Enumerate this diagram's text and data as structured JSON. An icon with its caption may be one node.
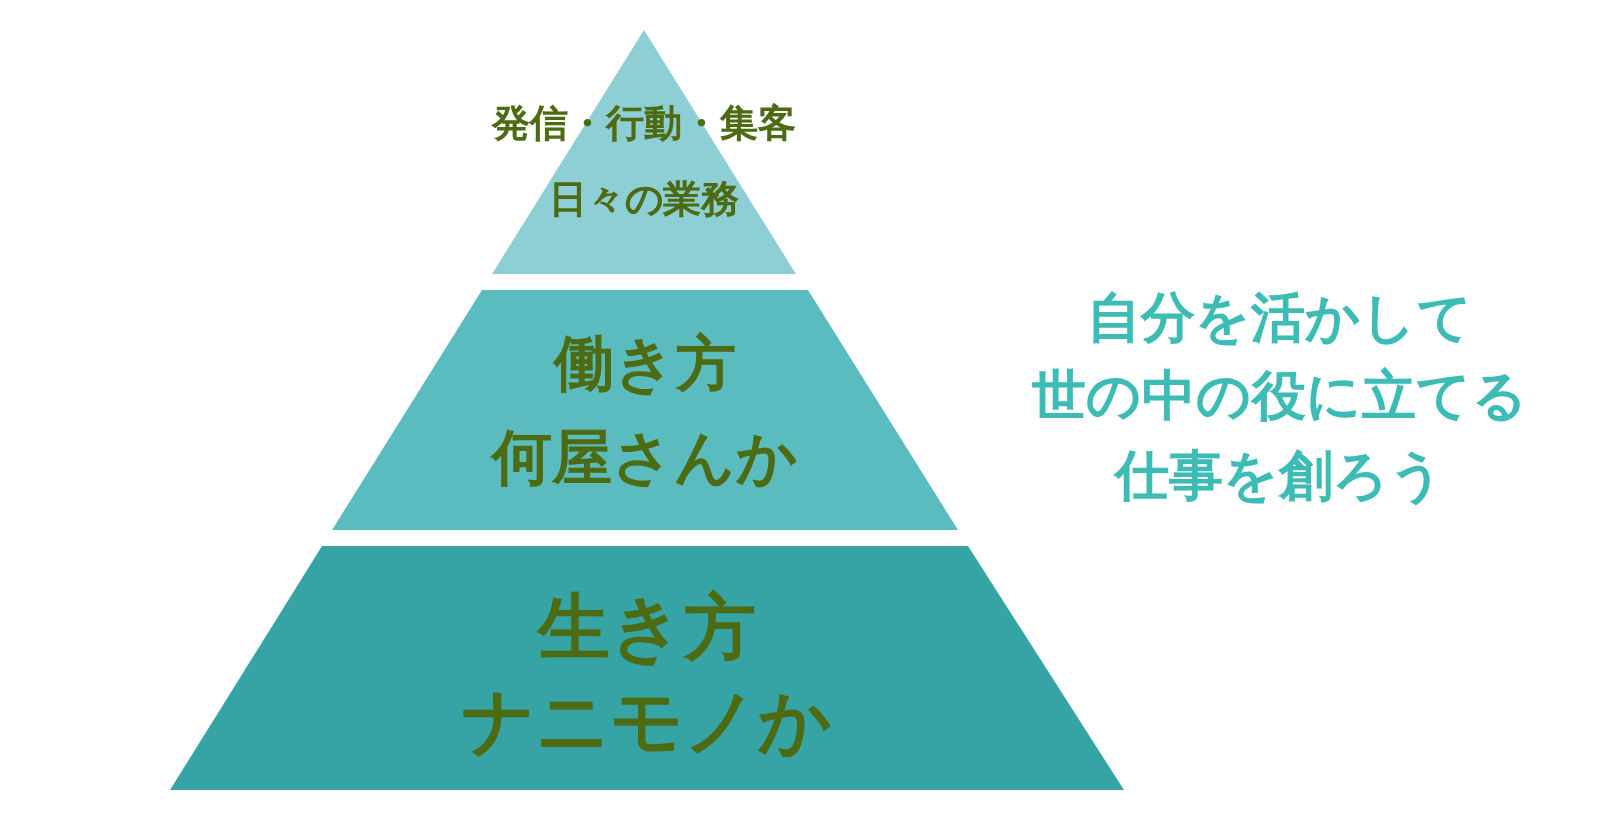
{
  "diagram": {
    "nodes": [
      {
        "text": [
          "発信・行動・集客",
          "日々の業務"
        ]
      },
      {
        "text": [
          "働き方",
          "何屋さんか"
        ]
      },
      {
        "text": [
          "生き方",
          "ナニモノか"
        ]
      }
    ],
    "labels": [
      "自分を活かして",
      "世の中の役に立てる",
      "仕事を創ろう"
    ]
  }
}
